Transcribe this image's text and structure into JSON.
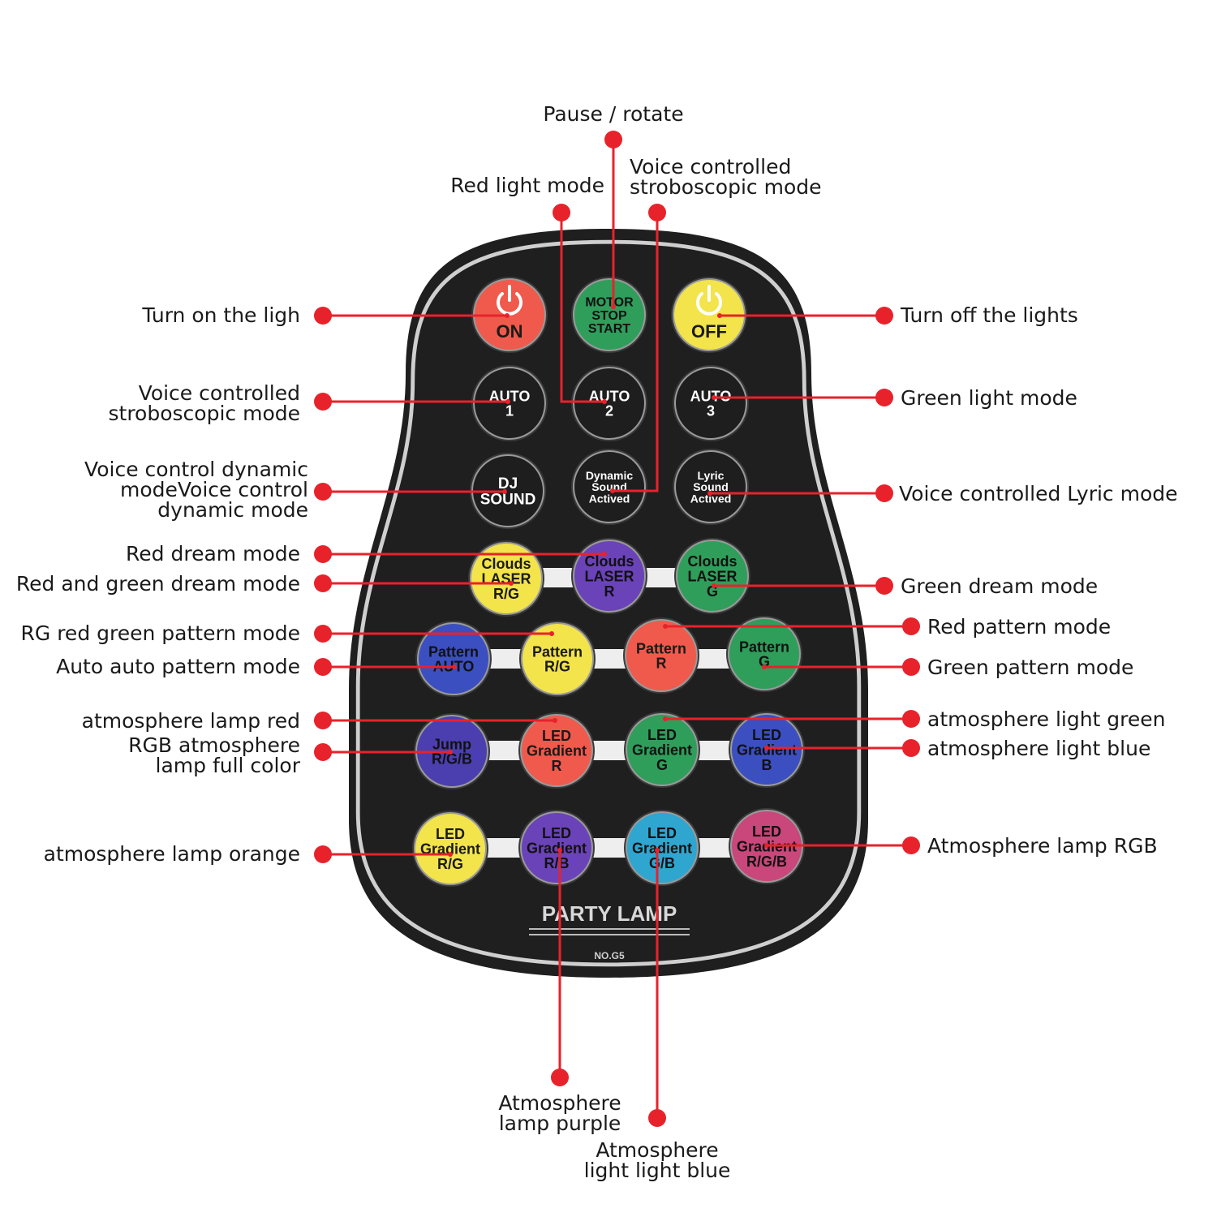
{
  "remote": {
    "brand": "PARTY LAMP",
    "model": "NO.G5",
    "buttons": [
      {
        "id": "on",
        "lines": [
          "ON"
        ],
        "color": "#ef5a4c",
        "power_icon": true,
        "text_color": "#1a1a1a"
      },
      {
        "id": "motor",
        "lines": [
          "MOTOR",
          "STOP",
          "START"
        ],
        "color": "#2f9e5a",
        "text_color": "#111111"
      },
      {
        "id": "off",
        "lines": [
          "OFF"
        ],
        "color": "#f2e44a",
        "power_icon": true,
        "text_color": "#1a1a1a"
      },
      {
        "id": "auto1",
        "lines": [
          "AUTO",
          "1"
        ],
        "color": "#1e1e1e",
        "text_color": "#ffffff"
      },
      {
        "id": "auto2",
        "lines": [
          "AUTO",
          "2"
        ],
        "color": "#1e1e1e",
        "text_color": "#ffffff"
      },
      {
        "id": "auto3",
        "lines": [
          "AUTO",
          "3"
        ],
        "color": "#1e1e1e",
        "text_color": "#ffffff"
      },
      {
        "id": "dj",
        "lines": [
          "DJ",
          "SOUND"
        ],
        "color": "#1e1e1e",
        "text_color": "#ffffff"
      },
      {
        "id": "dynamic",
        "lines": [
          "Dynamic",
          "Sound",
          "Actived"
        ],
        "color": "#1e1e1e",
        "text_color": "#ffffff"
      },
      {
        "id": "lyric",
        "lines": [
          "Lyric",
          "Sound",
          "Actived"
        ],
        "color": "#1e1e1e",
        "text_color": "#ffffff"
      },
      {
        "id": "clouds_rg",
        "lines": [
          "Clouds",
          "LASER",
          "R/G"
        ],
        "color": "#f2e44a",
        "text_color": "#1a1a1a"
      },
      {
        "id": "clouds_r",
        "lines": [
          "Clouds",
          "LASER",
          "R"
        ],
        "color": "#6a43b8",
        "text_color": "#111111"
      },
      {
        "id": "clouds_g",
        "lines": [
          "Clouds",
          "LASER",
          "G"
        ],
        "color": "#2f9e5a",
        "text_color": "#111111"
      },
      {
        "id": "pattern_auto",
        "lines": [
          "Pattern",
          "AUTO"
        ],
        "color": "#3b4fc0",
        "text_color": "#111111"
      },
      {
        "id": "pattern_rg",
        "lines": [
          "Pattern",
          "R/G"
        ],
        "color": "#f2e44a",
        "text_color": "#1a1a1a"
      },
      {
        "id": "pattern_r",
        "lines": [
          "Pattern",
          "R"
        ],
        "color": "#ef5a4c",
        "text_color": "#1a1a1a"
      },
      {
        "id": "pattern_g",
        "lines": [
          "Pattern",
          "G"
        ],
        "color": "#2f9e5a",
        "text_color": "#111111"
      },
      {
        "id": "jump",
        "lines": [
          "Jump",
          "R/G/B"
        ],
        "color": "#4b3fb0",
        "text_color": "#111111"
      },
      {
        "id": "gradient_r",
        "lines": [
          "LED",
          "Gradient",
          "R"
        ],
        "color": "#ef5a4c",
        "text_color": "#1a1a1a"
      },
      {
        "id": "gradient_g",
        "lines": [
          "LED",
          "Gradient",
          "G"
        ],
        "color": "#2f9e5a",
        "text_color": "#111111"
      },
      {
        "id": "gradient_b",
        "lines": [
          "LED",
          "Gradient",
          "B"
        ],
        "color": "#3b4fc0",
        "text_color": "#111111"
      },
      {
        "id": "gradient_rg",
        "lines": [
          "LED",
          "Gradient",
          "R/G"
        ],
        "color": "#f2e44a",
        "text_color": "#1a1a1a"
      },
      {
        "id": "gradient_rb",
        "lines": [
          "LED",
          "Gradient",
          "R/B"
        ],
        "color": "#6a43b8",
        "text_color": "#111111"
      },
      {
        "id": "gradient_gb",
        "lines": [
          "LED",
          "Gradient",
          "G/B"
        ],
        "color": "#2fa6d0",
        "text_color": "#111111"
      },
      {
        "id": "gradient_rgb",
        "lines": [
          "LED",
          "Gradient",
          "R/G/B"
        ],
        "color": "#c9477a",
        "text_color": "#111111"
      }
    ]
  },
  "callouts": [
    {
      "id": "pause-rotate",
      "lines": [
        "Pause / rotate"
      ],
      "target": "motor"
    },
    {
      "id": "red-light",
      "lines": [
        "Red light mode"
      ],
      "target": "auto2"
    },
    {
      "id": "voice-strobe-top",
      "lines": [
        "Voice controlled",
        "stroboscopic mode"
      ],
      "target": "dynamic"
    },
    {
      "id": "turn-on",
      "lines": [
        "Turn on the ligh"
      ],
      "target": "on"
    },
    {
      "id": "turn-off",
      "lines": [
        "Turn off the lights"
      ],
      "target": "off"
    },
    {
      "id": "voice-strobe-left",
      "lines": [
        "Voice controlled",
        "stroboscopic mode"
      ],
      "target": "auto1"
    },
    {
      "id": "green-light",
      "lines": [
        "Green light mode"
      ],
      "target": "auto3"
    },
    {
      "id": "voice-dynamic",
      "lines": [
        "Voice control dynamic",
        "modeVoice control",
        "dynamic mode"
      ],
      "target": "dj"
    },
    {
      "id": "voice-lyric",
      "lines": [
        "Voice controlled Lyric mode"
      ],
      "target": "lyric"
    },
    {
      "id": "red-dream",
      "lines": [
        "Red dream mode"
      ],
      "target": "clouds_r"
    },
    {
      "id": "rg-dream",
      "lines": [
        "Red and green dream mode"
      ],
      "target": "clouds_rg"
    },
    {
      "id": "green-dream",
      "lines": [
        "Green dream mode"
      ],
      "target": "clouds_g"
    },
    {
      "id": "rg-pattern",
      "lines": [
        "RG red green pattern mode"
      ],
      "target": "pattern_rg"
    },
    {
      "id": "red-pattern",
      "lines": [
        "Red pattern mode"
      ],
      "target": "pattern_r"
    },
    {
      "id": "auto-pattern",
      "lines": [
        "Auto auto pattern mode"
      ],
      "target": "pattern_auto"
    },
    {
      "id": "green-pattern",
      "lines": [
        "Green pattern mode"
      ],
      "target": "pattern_g"
    },
    {
      "id": "lamp-red",
      "lines": [
        "atmosphere lamp red"
      ],
      "target": "gradient_r"
    },
    {
      "id": "light-green",
      "lines": [
        "atmosphere light green"
      ],
      "target": "gradient_g"
    },
    {
      "id": "rgb-full",
      "lines": [
        "RGB atmosphere",
        "lamp full color"
      ],
      "target": "jump"
    },
    {
      "id": "light-blue",
      "lines": [
        "atmosphere light blue"
      ],
      "target": "gradient_b"
    },
    {
      "id": "lamp-orange",
      "lines": [
        "atmosphere lamp orange"
      ],
      "target": "gradient_rg"
    },
    {
      "id": "lamp-rgb",
      "lines": [
        "Atmosphere lamp RGB"
      ],
      "target": "gradient_rgb"
    },
    {
      "id": "lamp-purple",
      "lines": [
        "Atmosphere",
        "lamp purple"
      ],
      "target": "gradient_rb"
    },
    {
      "id": "light-light-blue",
      "lines": [
        "Atmosphere",
        "light light blue"
      ],
      "target": "gradient_gb"
    }
  ],
  "colors": {
    "leader_line": "#e8222b",
    "remote_body": "#1f1f1f",
    "remote_rim": "#cfcfcf"
  }
}
